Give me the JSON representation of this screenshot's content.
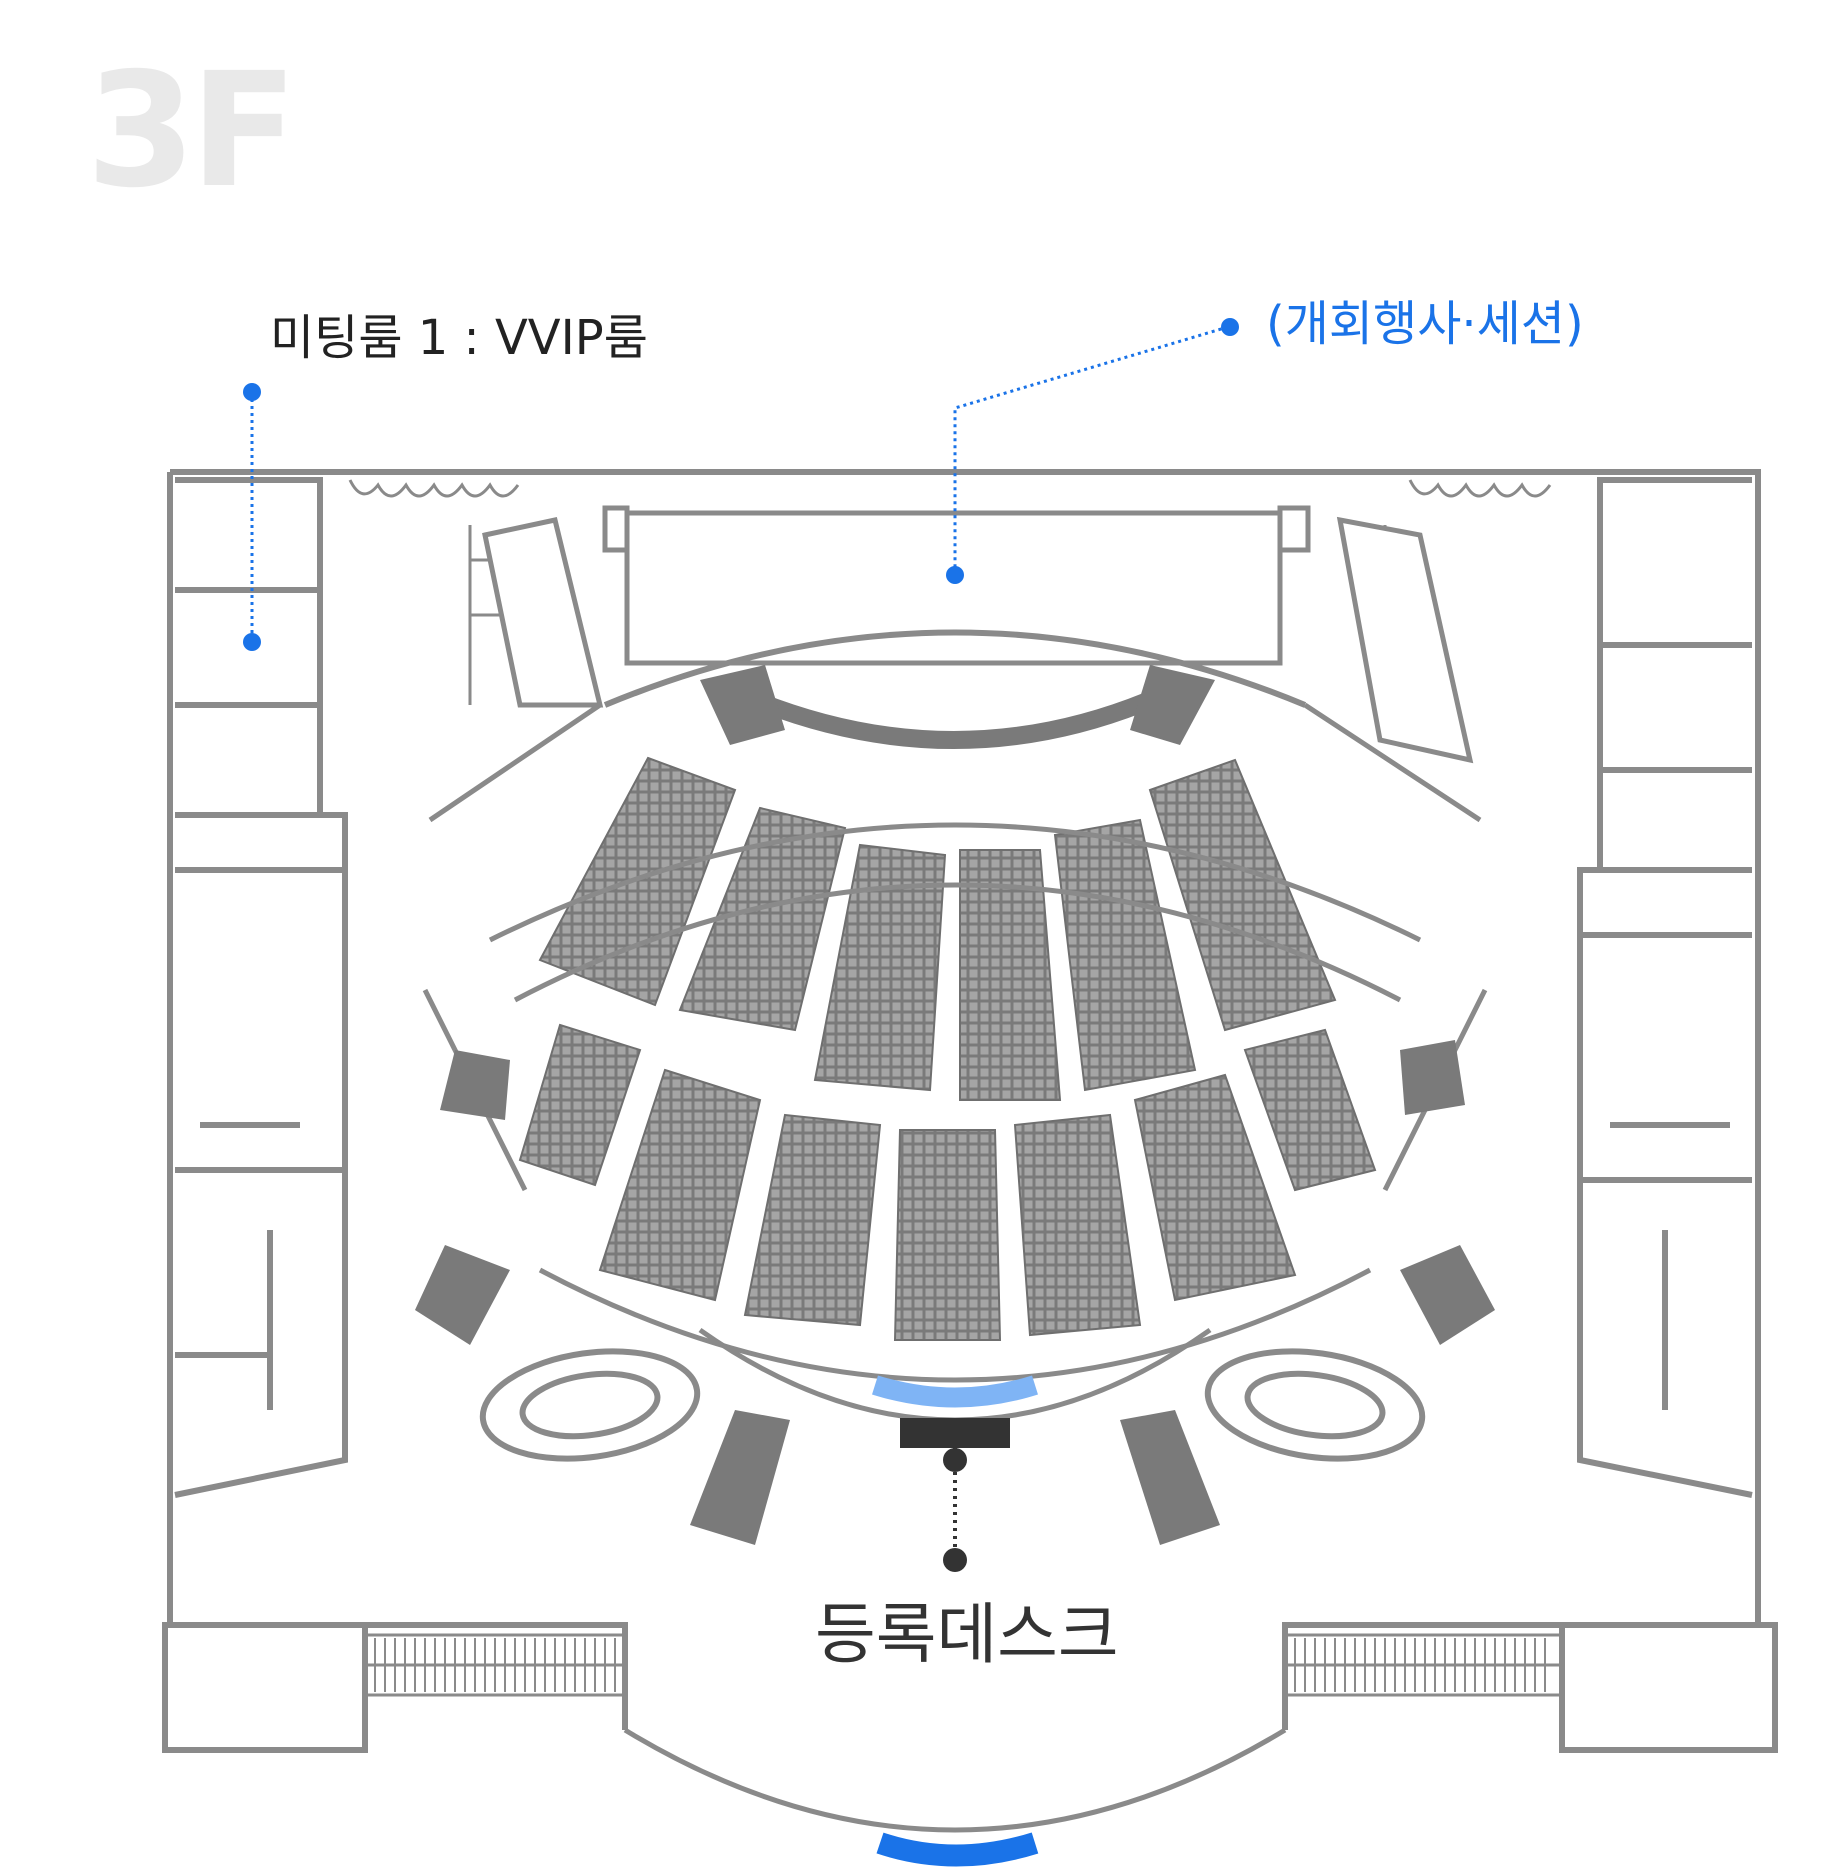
{
  "floor": {
    "label": "3F"
  },
  "annotations": {
    "vvip": "미팅룸 1 : VVIP룸",
    "main_hall": "(개회행사·세션)",
    "registration": "등록데스크"
  },
  "colors": {
    "wall": "#8a8a8a",
    "seat": "#7a7a7a",
    "accent_blue": "#1a73e8",
    "light_blue": "#7fb4f5",
    "desk": "#333333",
    "floor_label": "#e9e9e9"
  }
}
